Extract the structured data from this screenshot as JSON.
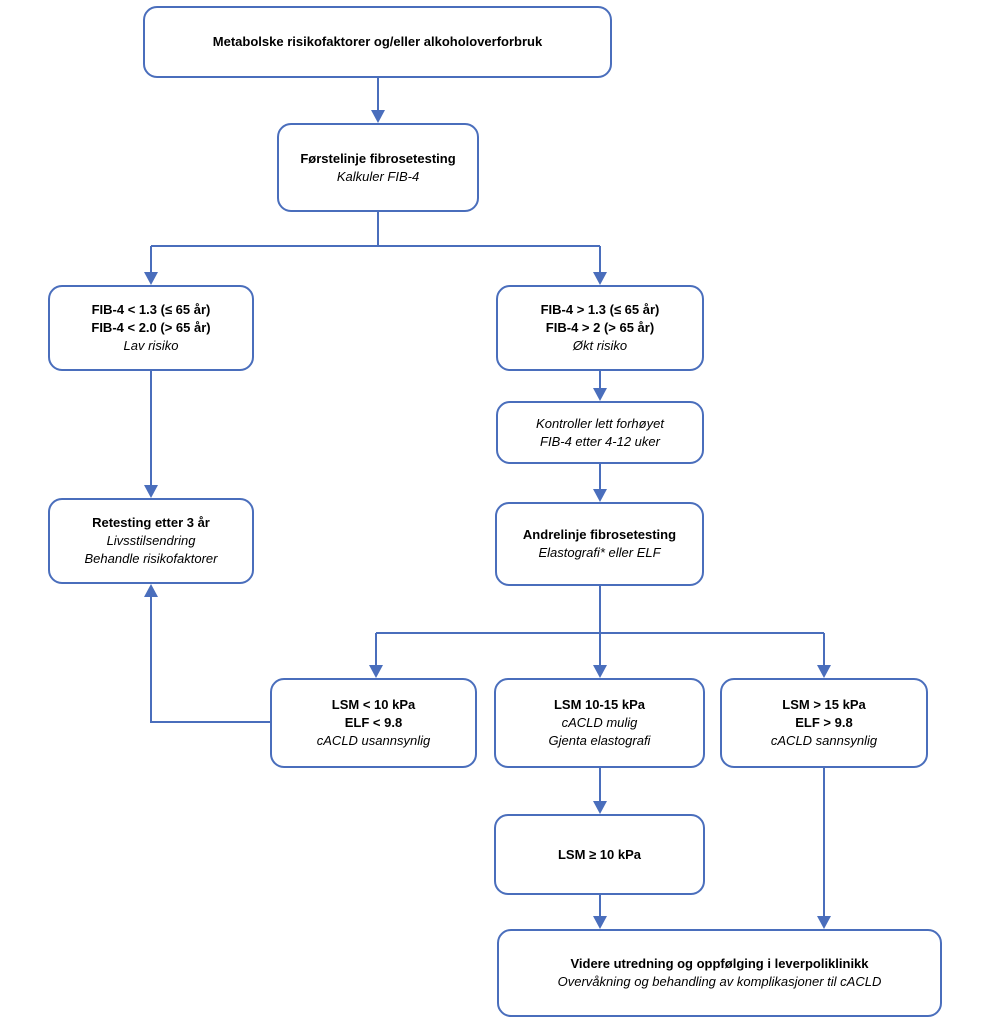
{
  "colors": {
    "stroke": "#4a6ebc",
    "background": "#ffffff"
  },
  "nodes": {
    "start": {
      "line1": "Metabolske risikofaktorer og/eller alkoholoverforbruk"
    },
    "first_line": {
      "line1": "Førstelinje fibrosetesting",
      "line2": "Kalkuler FIB-4"
    },
    "low_risk": {
      "line1": "FIB-4 < 1.3 (≤ 65 år)",
      "line2": "FIB-4 < 2.0 (> 65 år)",
      "line3": "Lav risiko"
    },
    "high_risk": {
      "line1": "FIB-4 > 1.3 (≤ 65 år)",
      "line2": "FIB-4 > 2 (> 65 år)",
      "line3": "Økt risiko"
    },
    "control": {
      "line1": "Kontroller lett forhøyet",
      "line2": "FIB-4 etter 4-12 uker"
    },
    "retest": {
      "line1": "Retesting etter 3 år",
      "line2": "Livsstilsendring",
      "line3": "Behandle risikofaktorer"
    },
    "second_line": {
      "line1": "Andrelinje fibrosetesting",
      "line2": "Elastografi* eller ELF"
    },
    "lsm_low": {
      "line1": "LSM < 10 kPa",
      "line2": "ELF < 9.8",
      "line3": "cACLD usannsynlig"
    },
    "lsm_mid": {
      "line1": "LSM 10-15 kPa",
      "line2": "cACLD mulig",
      "line3": "Gjenta elastografi"
    },
    "lsm_high": {
      "line1": "LSM > 15 kPa",
      "line2": "ELF > 9.8",
      "line3": "cACLD sannsynlig"
    },
    "lsm_ge10": {
      "line1": "LSM ≥ 10 kPa"
    },
    "final": {
      "line1": "Videre utredning og oppfølging i leverpoliklinikk",
      "line2": "Overvåkning og behandling av komplikasjoner til cACLD"
    }
  }
}
